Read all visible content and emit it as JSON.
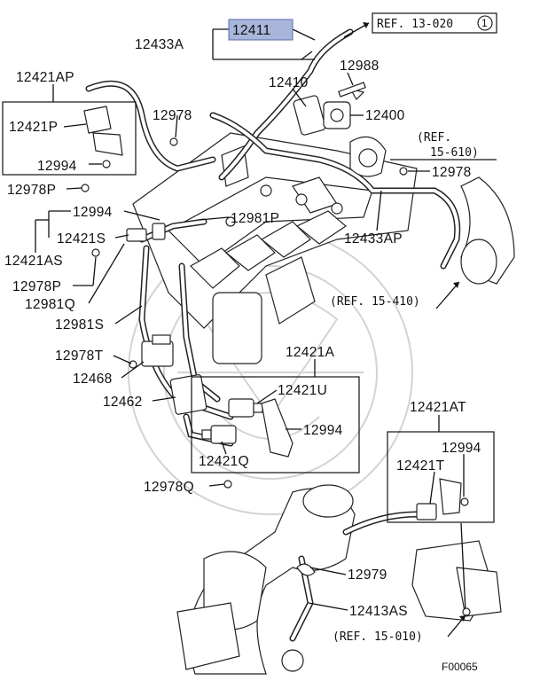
{
  "diagram": {
    "figure_code": "F00065",
    "highlighted_part": "12411",
    "parts": {
      "p12411": "12411",
      "p12433A": "12433A",
      "p12410": "12410",
      "p12988": "12988",
      "p12400": "12400",
      "p12421AP": "12421AP",
      "p12421P": "12421P",
      "p12994_a": "12994",
      "p12978_a": "12978",
      "p12978P": "12978P",
      "p12994_b": "12994",
      "p12981P": "12981P",
      "p12421S": "12421S",
      "p12421AS": "12421AS",
      "p12978P_b": "12978P",
      "p12981Q": "12981Q",
      "p12981S": "12981S",
      "p12978_b": "12978",
      "p12433AP": "12433AP",
      "p12421A": "12421A",
      "p12978T": "12978T",
      "p12468": "12468",
      "p12421U": "12421U",
      "p12462": "12462",
      "p12994_c": "12994",
      "p12421Q": "12421Q",
      "p12978Q": "12978Q",
      "p12421AT": "12421AT",
      "p12994_d": "12994",
      "p12421T": "12421T",
      "p12979": "12979",
      "p12413AS": "12413AS"
    },
    "refs": {
      "r13020": "REF. 13-020",
      "r13020_circle": "1",
      "r15610_a": "(REF.",
      "r15610_b": "15-610)",
      "r15410": "(REF. 15-410)",
      "r15010": "(REF. 15-010)"
    }
  }
}
